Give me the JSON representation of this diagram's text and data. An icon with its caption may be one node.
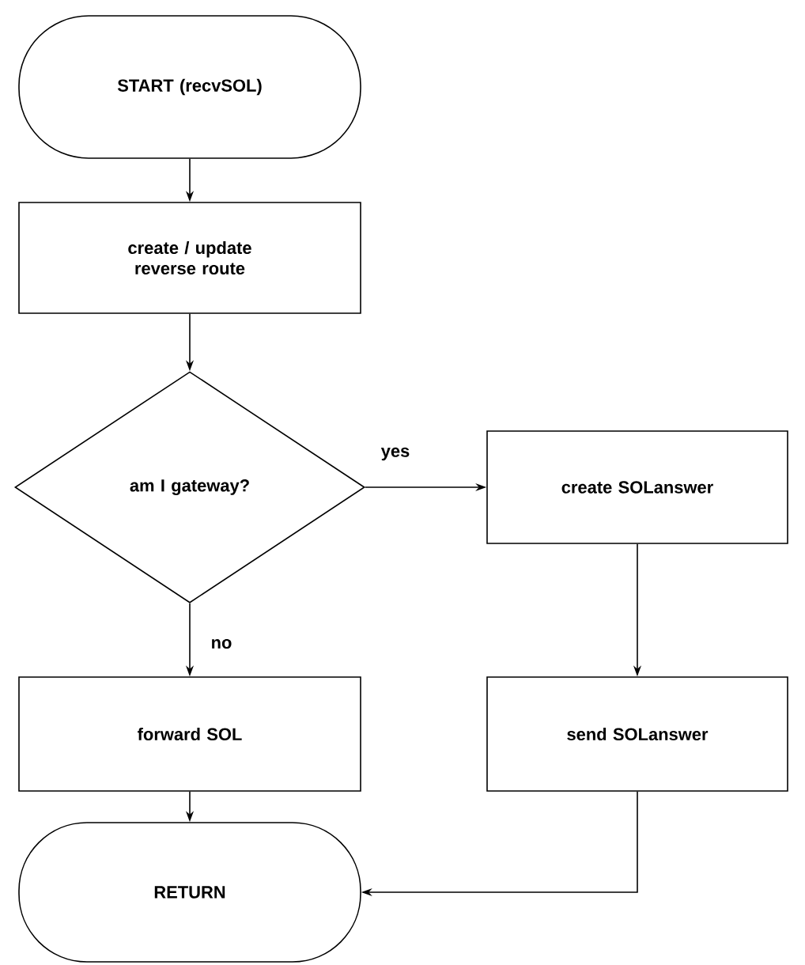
{
  "diagram": {
    "nodes": [
      {
        "text": [
          "START (recvSOL)"
        ]
      },
      {
        "text": [
          "create / update reverse route"
        ]
      },
      {
        "text": [
          "am I gateway?"
        ]
      },
      {
        "text": [
          "create SOLanswer"
        ]
      },
      {
        "text": [
          "forward SOL"
        ]
      },
      {
        "text": [
          "send SOLanswer"
        ]
      },
      {
        "text": [
          "RETURN"
        ]
      }
    ],
    "edges": [
      {
        "from": 0,
        "to": 1,
        "arrow": "to"
      },
      {
        "from": 1,
        "to": 2,
        "arrow": "to"
      },
      {
        "from": 2,
        "to": 3,
        "arrow": "to",
        "label": "yes"
      },
      {
        "from": 2,
        "to": 4,
        "arrow": "to",
        "label": "no"
      },
      {
        "from": 3,
        "to": 5,
        "arrow": "to"
      },
      {
        "from": 4,
        "to": 6,
        "arrow": "to"
      },
      {
        "from": 5,
        "to": 6,
        "arrow": "to"
      }
    ]
  }
}
